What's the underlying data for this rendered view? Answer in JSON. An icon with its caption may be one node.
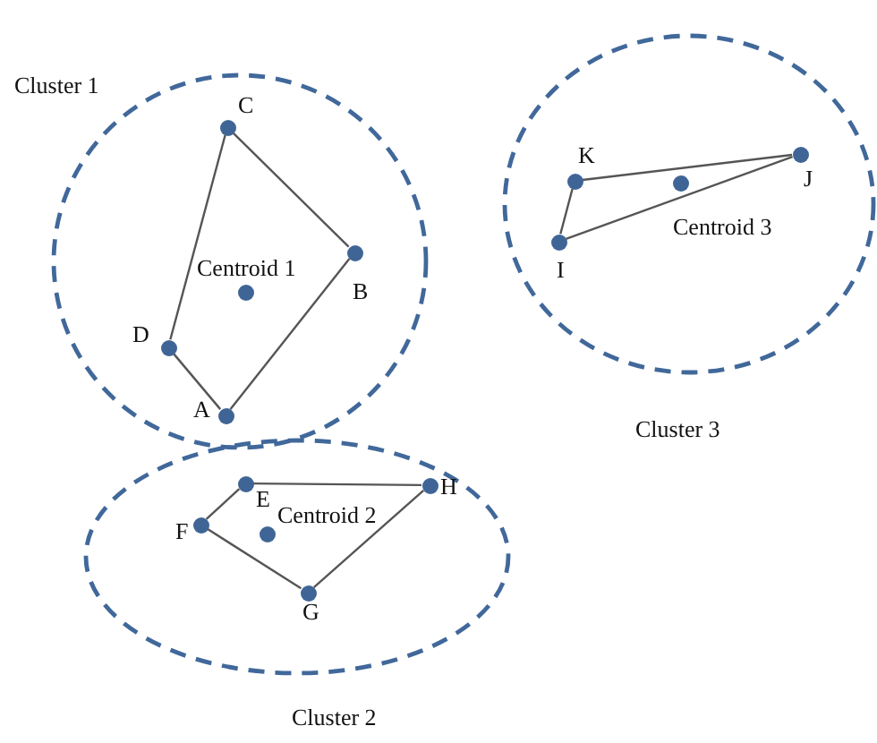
{
  "diagram": {
    "nodes": [
      {
        "text": [
          "Cluster 1"
        ]
      },
      {
        "text": [
          "C"
        ],
        "in": 0
      },
      {
        "text": [
          "Centroid 1"
        ],
        "in": 0
      },
      {
        "text": [
          "B"
        ],
        "in": 0
      },
      {
        "text": [
          "D"
        ],
        "in": 0
      },
      {
        "text": [
          "A"
        ],
        "in": 0
      },
      {
        "text": [
          "Cluster 3"
        ]
      },
      {
        "text": [
          "K"
        ],
        "in": 6
      },
      {
        "text": [
          "J"
        ],
        "in": 6
      },
      {
        "text": [
          "I"
        ],
        "in": 6
      },
      {
        "text": [
          "Centroid 3"
        ],
        "in": 6
      },
      {
        "text": [
          "Cluster 2"
        ]
      },
      {
        "text": [
          "E"
        ],
        "in": 11
      },
      {
        "text": [
          "H"
        ],
        "in": 11
      },
      {
        "text": [
          "F"
        ],
        "in": 11
      },
      {
        "text": [
          "Centroid 2"
        ],
        "in": 11
      },
      {
        "text": [
          "G"
        ],
        "in": 11
      }
    ],
    "edges": [
      {
        "from": 1,
        "to": 3,
        "arrow": "none"
      },
      {
        "from": 3,
        "to": 5,
        "arrow": "none"
      },
      {
        "from": 5,
        "to": 4,
        "arrow": "none"
      },
      {
        "from": 4,
        "to": 1,
        "arrow": "none"
      },
      {
        "from": 7,
        "to": 8,
        "arrow": "none"
      },
      {
        "from": 8,
        "to": 9,
        "arrow": "none"
      },
      {
        "from": 9,
        "to": 7,
        "arrow": "none"
      },
      {
        "from": 12,
        "to": 13,
        "arrow": "none"
      },
      {
        "from": 13,
        "to": 16,
        "arrow": "none"
      },
      {
        "from": 16,
        "to": 14,
        "arrow": "none"
      },
      {
        "from": 14,
        "to": 12,
        "arrow": "none"
      }
    ]
  }
}
